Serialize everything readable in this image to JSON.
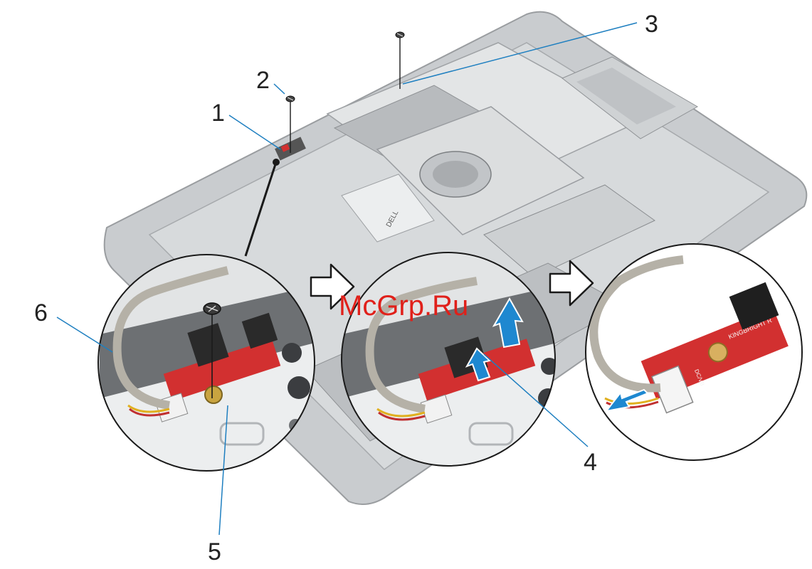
{
  "watermark": "McGrp.Ru",
  "callouts": [
    "1",
    "2",
    "3",
    "4",
    "5",
    "6"
  ],
  "board_label": "KINGBRIGHT R",
  "board_label_b": "DC/VB",
  "chassis_label": "DELL",
  "colors": {
    "leader_line": "#1e7fc0",
    "arrow_fill": "#1e88d0",
    "board_red": "#d23030",
    "chassis": "#c9cccf",
    "chassis_dark": "#6a6d70",
    "outline": "#1a1a1a",
    "watermark": "#e0201a"
  },
  "icons": [
    "screw-icon",
    "step-arrow-icon",
    "lift-arrow-icon",
    "slide-arrow-icon"
  ]
}
